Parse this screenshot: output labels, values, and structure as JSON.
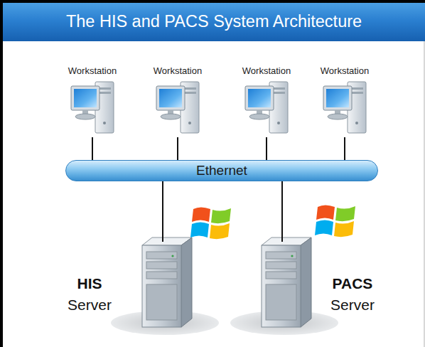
{
  "diagram": {
    "title": "The HIS and PACS System Architecture",
    "nodes": [
      {
        "text": [
          "Workstation"
        ]
      },
      {
        "text": [
          "Workstation"
        ]
      },
      {
        "text": [
          "Workstation"
        ]
      },
      {
        "text": [
          "Workstation"
        ]
      },
      {
        "text": [
          "Ethernet"
        ]
      },
      {
        "text": [
          "HIS",
          "Server"
        ]
      },
      {
        "text": [
          "PACS",
          "Server"
        ]
      }
    ],
    "edges": [
      {
        "from": 0,
        "to": 4,
        "arrow": "none"
      },
      {
        "from": 1,
        "to": 4,
        "arrow": "none"
      },
      {
        "from": 2,
        "to": 4,
        "arrow": "none"
      },
      {
        "from": 3,
        "to": 4,
        "arrow": "none"
      },
      {
        "from": 4,
        "to": 5,
        "arrow": "none"
      },
      {
        "from": 4,
        "to": 6,
        "arrow": "none"
      }
    ]
  }
}
